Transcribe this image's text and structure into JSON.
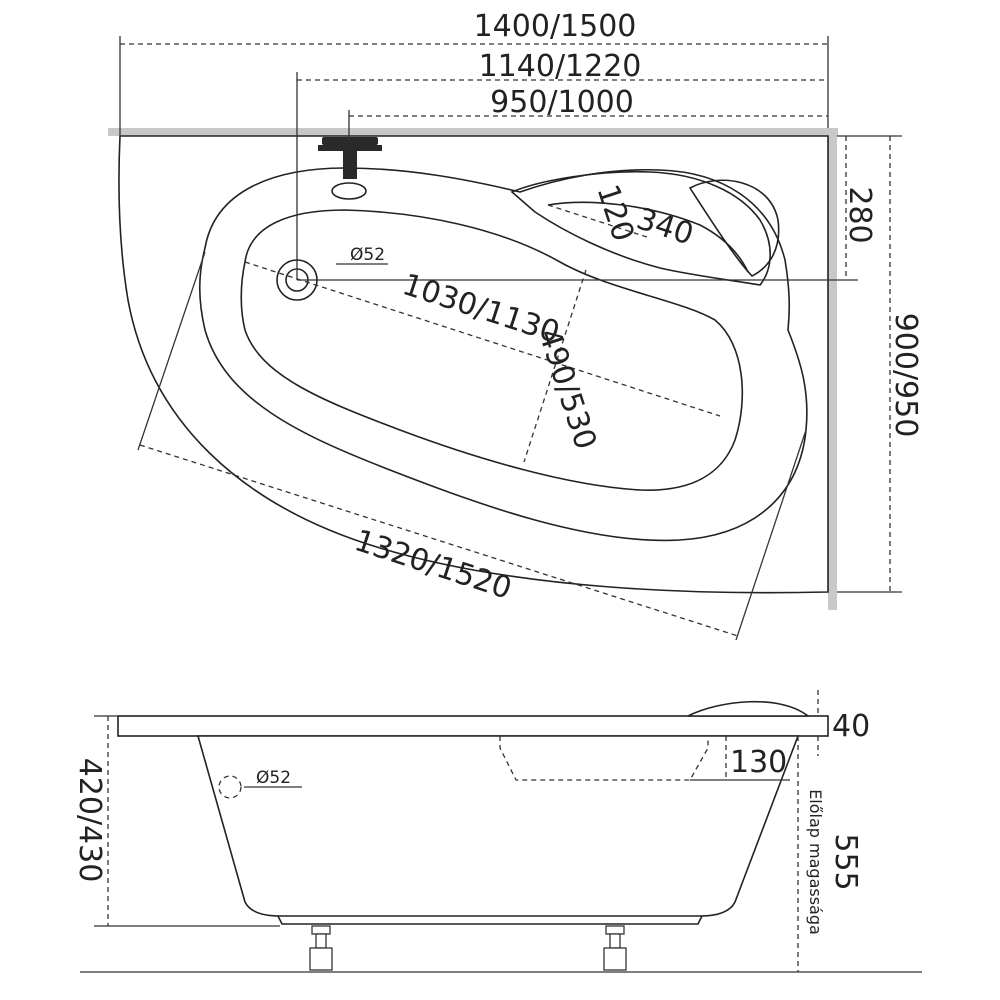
{
  "top_view": {
    "dim_total_length": "1400/1500",
    "dim_drain_offset": "1140/1220",
    "dim_tap_offset": "950/1000",
    "dim_depth": "900/950",
    "dim_corner_depth": "280",
    "dim_inner_length": "1030/1130",
    "dim_inner_width": "490/530",
    "dim_front_length": "1320/1520",
    "dim_headrest_a": "120",
    "dim_headrest_b": "340",
    "dim_drain_diameter": "Ø52"
  },
  "side_view": {
    "dim_rim_height": "40",
    "dim_seat_depth": "130",
    "dim_total_height": "420/430",
    "dim_panel_height": "555",
    "panel_label": "Előlap magassága",
    "dim_overflow_diameter": "Ø52"
  },
  "colors": {
    "line": "#222222",
    "wall": "#c8c8c8",
    "background": "#ffffff"
  }
}
